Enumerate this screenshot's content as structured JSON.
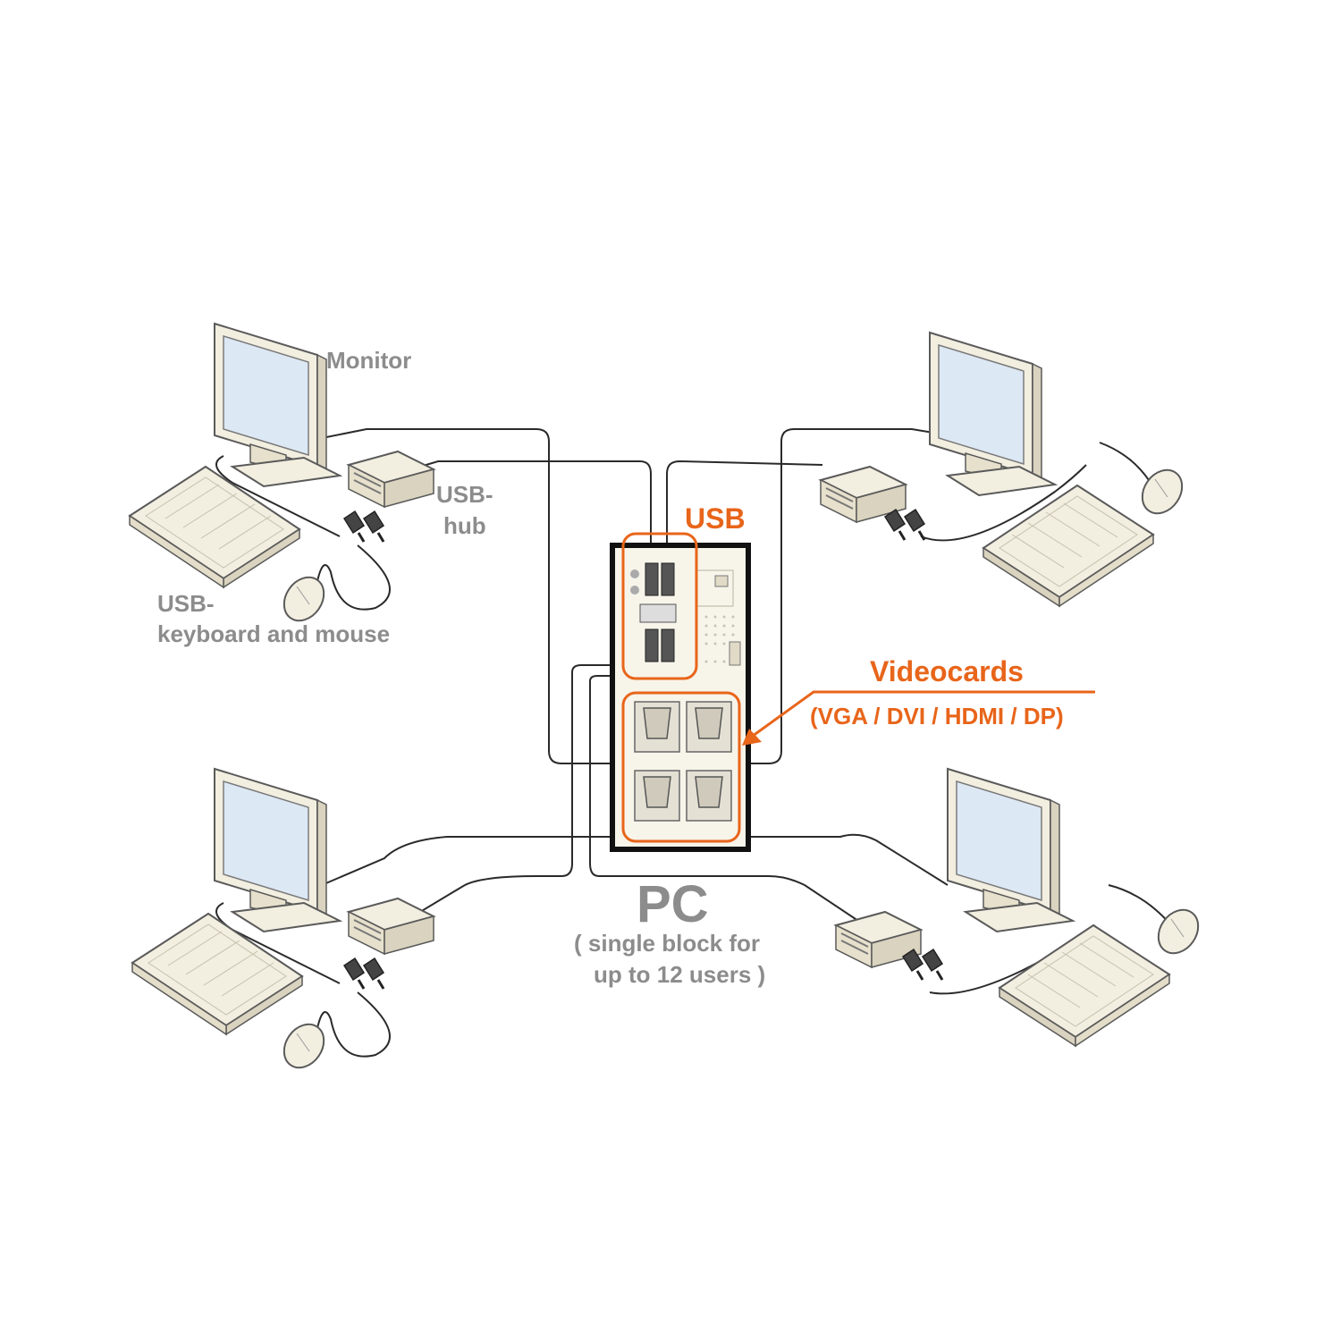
{
  "labels": {
    "monitor": "Monitor",
    "usb_hub_line1": "USB-",
    "usb_hub_line2": "hub",
    "keyboard_mouse_line1": "USB-",
    "keyboard_mouse_line2": "keyboard and mouse",
    "usb": "USB",
    "videocards_title": "Videocards",
    "videocards_types": "(VGA / DVI / HDMI / DP)",
    "pc_title": "PC",
    "pc_note_line1": "( single block for",
    "pc_note_line2": "up to 12 users )"
  },
  "colors": {
    "accent": "#e8651a",
    "label_gray": "#8c8c8c",
    "device_fill": "#f2eee0",
    "device_stroke": "#5a5a5a",
    "screen": "#dde8f5",
    "cable": "#2a2a2a"
  },
  "workstations": [
    {
      "name": "workstation-top-left",
      "monitor_icon": "monitor-icon",
      "keyboard_icon": "keyboard-icon",
      "mouse_icon": "mouse-icon",
      "hub_icon": "usb-hub-icon"
    },
    {
      "name": "workstation-top-right",
      "monitor_icon": "monitor-icon",
      "keyboard_icon": "keyboard-icon",
      "mouse_icon": "mouse-icon",
      "hub_icon": "usb-hub-icon"
    },
    {
      "name": "workstation-bottom-left",
      "monitor_icon": "monitor-icon",
      "keyboard_icon": "keyboard-icon",
      "mouse_icon": "mouse-icon",
      "hub_icon": "usb-hub-icon"
    },
    {
      "name": "workstation-bottom-right",
      "monitor_icon": "monitor-icon",
      "keyboard_icon": "keyboard-icon",
      "mouse_icon": "mouse-icon",
      "hub_icon": "usb-hub-icon"
    }
  ]
}
